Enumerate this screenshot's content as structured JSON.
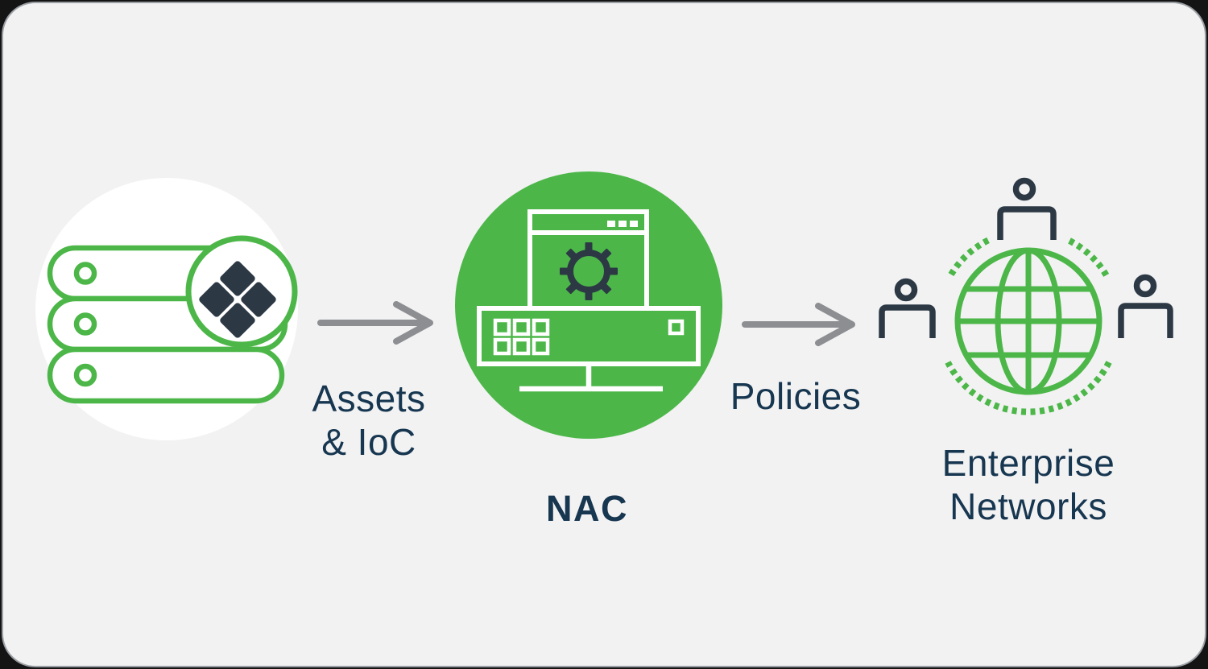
{
  "diagram": {
    "description_labels": {
      "flow1_line1": "Assets",
      "flow1_line2": "& IoC",
      "center": "NAC",
      "flow2": "Policies",
      "target_line1": "Enterprise",
      "target_line2": "Networks"
    },
    "icons": {
      "source": "server-stack-diamond-badge-icon",
      "center": "nac-appliance-gear-icon",
      "target": "globe-users-icon",
      "connector": "right-arrow-icon"
    },
    "flow_order": [
      "server-stack-diamond-badge-icon",
      "nac-appliance-gear-icon",
      "globe-users-icon"
    ]
  },
  "colors": {
    "green": "#4cb748",
    "icon_navy": "#2c3945",
    "text_navy": "#173650",
    "arrow_gray": "#8c8e91",
    "panel_background": "#f2f2f3",
    "panel_border": "#9ba0a5",
    "white": "#ffffff",
    "outside_background": "#141414"
  }
}
